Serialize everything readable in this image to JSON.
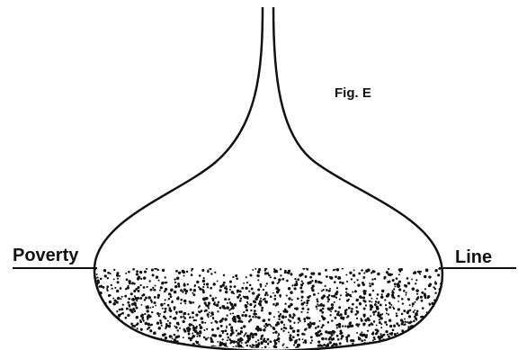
{
  "figure": {
    "caption": "Fig. E",
    "labels": {
      "left": "Poverty",
      "right": "Line"
    },
    "colors": {
      "ink": "#111111",
      "background": "#ffffff"
    }
  }
}
